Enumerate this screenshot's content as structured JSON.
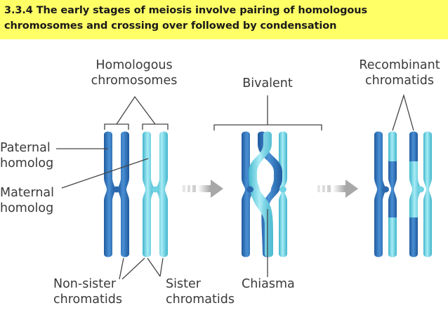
{
  "header": {
    "title_line1": "3.3.4 The early stages of meiosis involve pairing of homologous",
    "title_line2": "chromosomes and crossing over followed by condensation",
    "background_color": "#ffff66"
  },
  "diagram": {
    "stages": [
      {
        "label_line1": "Homologous",
        "label_line2": "chromosomes"
      },
      {
        "label": "Bivalent"
      },
      {
        "label_line1": "Recombinant",
        "label_line2": "chromatids"
      }
    ],
    "left_labels": [
      {
        "line1": "Paternal",
        "line2": "homolog"
      },
      {
        "line1": "Maternal",
        "line2": "homolog"
      }
    ],
    "bottom_labels": [
      {
        "line1": "Non-sister",
        "line2": "chromatids"
      },
      {
        "line1": "Sister",
        "line2": "chromatids"
      },
      {
        "line1": "Chiasma"
      }
    ],
    "colors": {
      "paternal": "#2d6fb8",
      "maternal": "#5fcde0",
      "arrow": "#bdbdbd",
      "line": "#444444"
    }
  }
}
